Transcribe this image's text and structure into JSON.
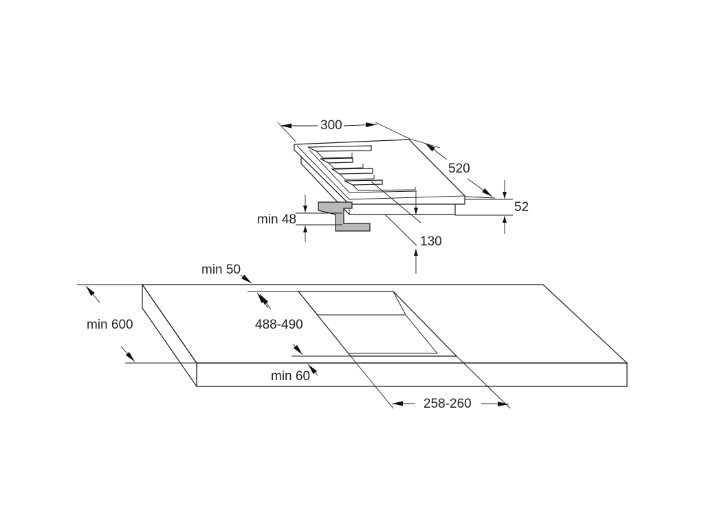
{
  "dimensions": {
    "hob_width": "300",
    "hob_depth": "520",
    "hob_thickness": "52",
    "min_below_top": "min 48",
    "below_hob": "130",
    "wall_clearance": "min 50",
    "counter_depth": "min 600",
    "cutout_depth": "488-490",
    "front_clearance": "min 60",
    "cutout_width": "258-260"
  },
  "colors": {
    "line": "#1a1a1a",
    "bracket_fill": "#b9b9b9",
    "text": "#222222"
  }
}
